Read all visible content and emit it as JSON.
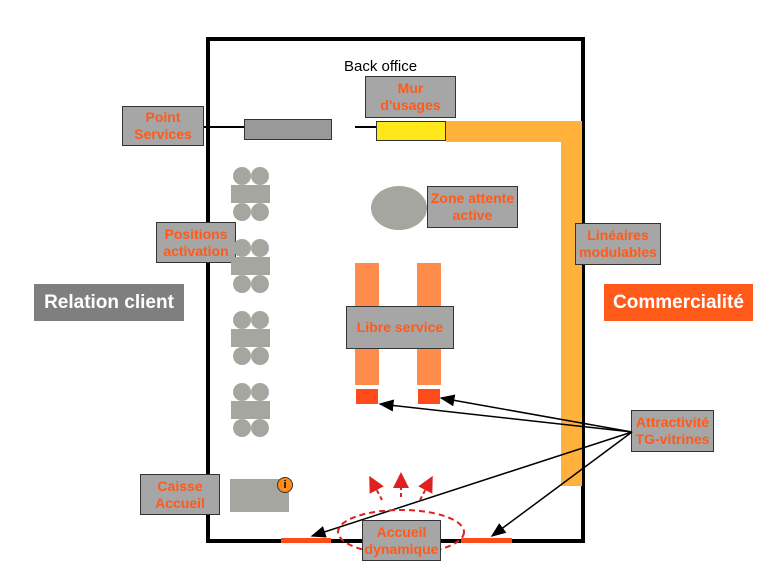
{
  "labels": {
    "back_office": "Back office",
    "mur_usages": "Mur d'usages",
    "point_services": "Point Services",
    "zone_attente": [
      "Zone attente",
      "active"
    ],
    "positions_activation": [
      "Positions",
      "activation"
    ],
    "lineaires_modulables": [
      "Linéaires",
      "modulables"
    ],
    "libre_service": "Libre service",
    "relation_client": "Relation client",
    "commercialite": "Commercialité",
    "attractivite": [
      "Attractivité",
      "TG-vitrines"
    ],
    "caisse_accueil": [
      "Caisse",
      "Accueil"
    ],
    "accueil_dynamique": [
      "Accueil",
      "dynamique"
    ],
    "info_icon": "i"
  },
  "colors": {
    "label_bg": "#a6a6a6",
    "label_text": "#ff5a1a",
    "wall": "#000000",
    "orange_wall": "#ffb13b",
    "yellow_bar": "#ffe81a",
    "libre_service_bar": "#ff8c4a",
    "red_accent": "#ff4a1a",
    "commercialite_bg": "#ff5a1a",
    "relation_client_bg": "#7f7f7f"
  }
}
